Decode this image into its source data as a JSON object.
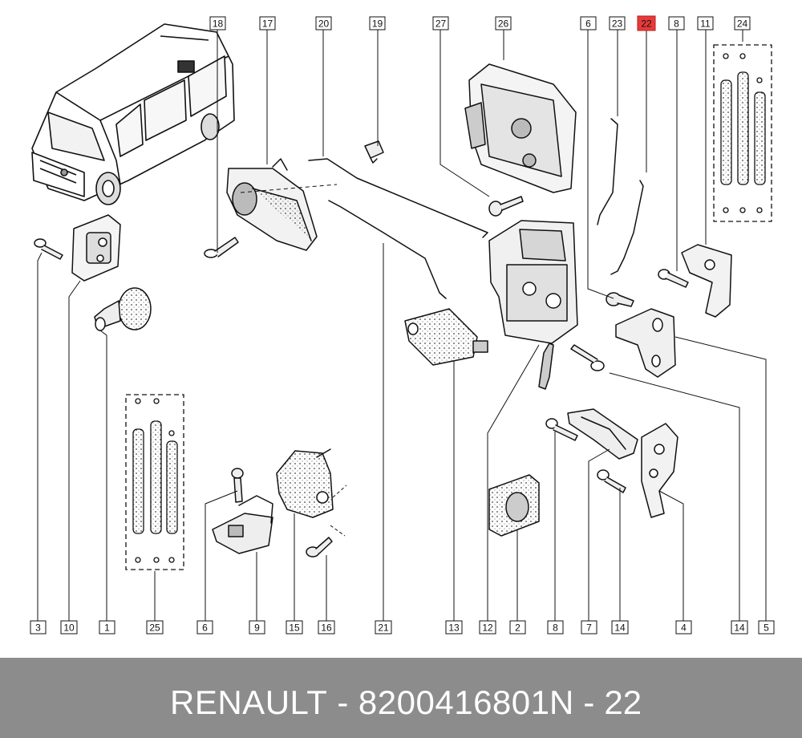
{
  "highlight_color": "#e83a3a",
  "labels": {
    "top": [
      "18",
      "17",
      "20",
      "19",
      "27",
      "26",
      "6",
      "23",
      "22",
      "8",
      "11",
      "24"
    ],
    "bottom": [
      "3",
      "10",
      "1",
      "25",
      "6",
      "9",
      "15",
      "16",
      "21",
      "13",
      "12",
      "2",
      "8",
      "7",
      "14",
      "4",
      "14",
      "5"
    ]
  },
  "highlighted_label": "22",
  "footer": {
    "brand": "RENAULT",
    "separator": "-",
    "part_number": "8200416801",
    "ref_prefix": "N",
    "ref_separator": "-",
    "ref_number": "22"
  }
}
